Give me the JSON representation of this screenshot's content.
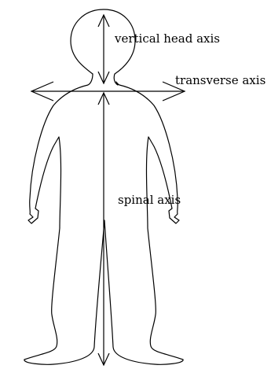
{
  "labels": {
    "vertical_head_axis": "vertical head axis",
    "transverse_axis": "transverse axis",
    "spinal_axis": "spinal axis"
  },
  "colors": {
    "line": "#000000",
    "background": "#ffffff"
  }
}
